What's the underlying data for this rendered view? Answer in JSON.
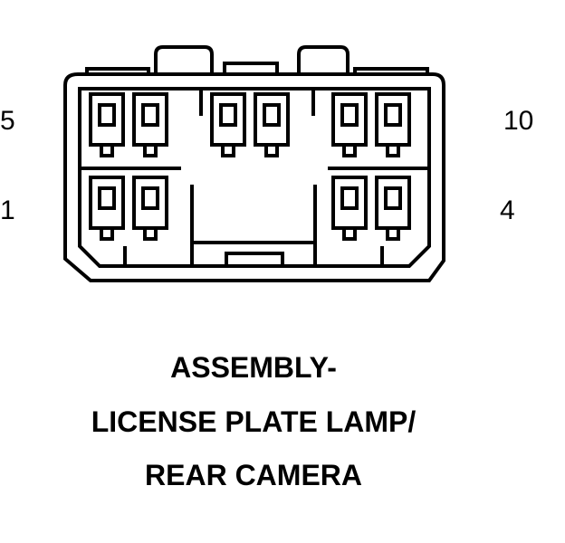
{
  "pins": {
    "top_left": "5",
    "top_right": "10",
    "bottom_left": "1",
    "bottom_right": "4"
  },
  "caption": {
    "line1": "ASSEMBLY-",
    "line2": "LICENSE PLATE LAMP/",
    "line3": "REAR CAMERA"
  },
  "colors": {
    "ink": "#000000",
    "background": "#ffffff"
  }
}
